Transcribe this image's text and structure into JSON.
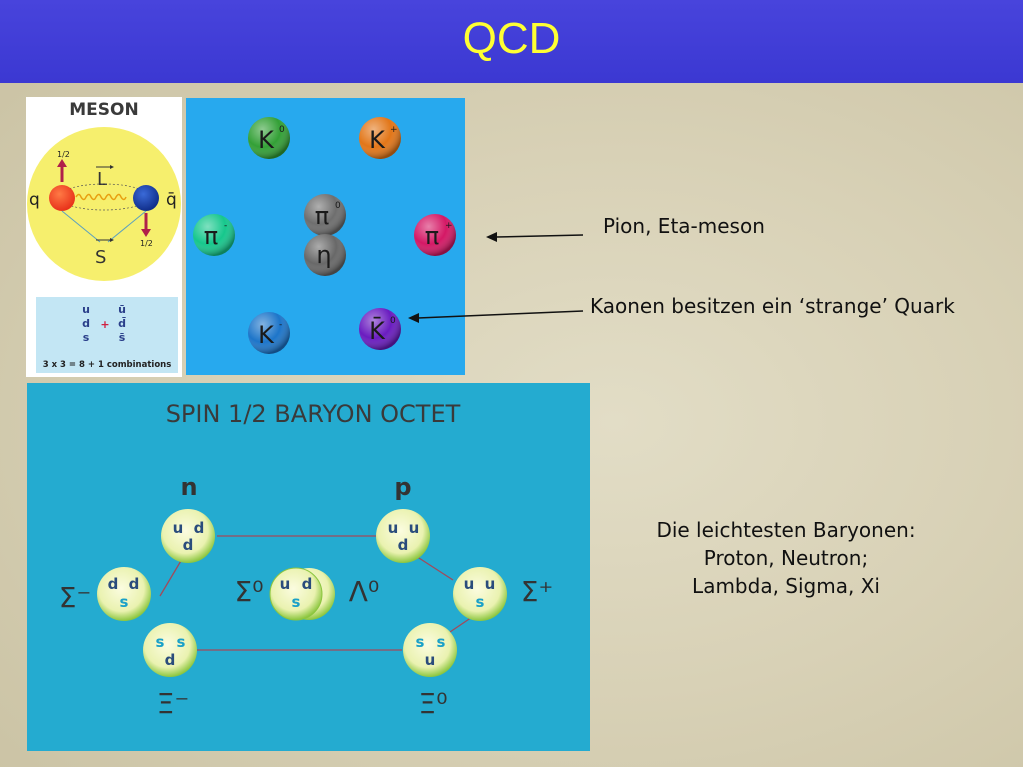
{
  "slide": {
    "title": "QCD"
  },
  "meson_panel": {
    "heading": "MESON",
    "quark": "q",
    "antiquark": "q̄",
    "spin_up": "1/2",
    "spin_down": "1/2",
    "orbital": "L",
    "spin_total": "S",
    "quarks": [
      "u",
      "d",
      "s"
    ],
    "antiquarks": [
      "ū",
      "d̄",
      "s̄"
    ],
    "plus": "+",
    "combinations": "3 x 3 = 8 + 1 combinations"
  },
  "meson_nonet": {
    "particles": [
      {
        "label": "K",
        "charge": "0",
        "color": "#33a036"
      },
      {
        "label": "K",
        "charge": "+",
        "color": "#e27618"
      },
      {
        "label": "π",
        "charge": "-",
        "color": "#16c78c"
      },
      {
        "label": "π",
        "charge": "0",
        "color": "#6e6e6e"
      },
      {
        "label": "η",
        "charge": "",
        "color": "#686868"
      },
      {
        "label": "π",
        "charge": "+",
        "color": "#d41865"
      },
      {
        "label": "K",
        "charge": "-",
        "color": "#1d75c9"
      },
      {
        "label": "K̄",
        "charge": "0",
        "color": "#6a1cc0"
      }
    ]
  },
  "baryon_octet": {
    "heading": "SPIN 1/2 BARYON OCTET",
    "labels": {
      "n": "n",
      "p": "p",
      "sigma_minus": "Σ⁻",
      "sigma_zero": "Σ⁰",
      "lambda_zero": "Λ⁰",
      "sigma_plus": "Σ⁺",
      "xi_minus": "Ξ⁻",
      "xi_zero": "Ξ⁰"
    },
    "quarks": {
      "n": [
        "u",
        "d",
        "d"
      ],
      "p": [
        "u",
        "u",
        "d"
      ],
      "sigma_minus": [
        "d",
        "d",
        "s"
      ],
      "center": [
        "u",
        "d",
        "s"
      ],
      "sigma_plus": [
        "u",
        "u",
        "s"
      ],
      "xi_minus": [
        "s",
        "s",
        "d"
      ],
      "xi_zero": [
        "s",
        "s",
        "u"
      ]
    },
    "colors": {
      "u": "#2a4c7c",
      "d": "#2a4c7c",
      "s": "#1aa0c8"
    }
  },
  "annotations": {
    "pion": "Pion, Eta-meson",
    "kaon": "Kaonen besitzen ein ‘strange’ Quark",
    "baryon_line1": "Die leichtesten Baryonen:",
    "baryon_line2": "Proton, Neutron;",
    "baryon_line3": "Lambda, Sigma, Xi"
  }
}
